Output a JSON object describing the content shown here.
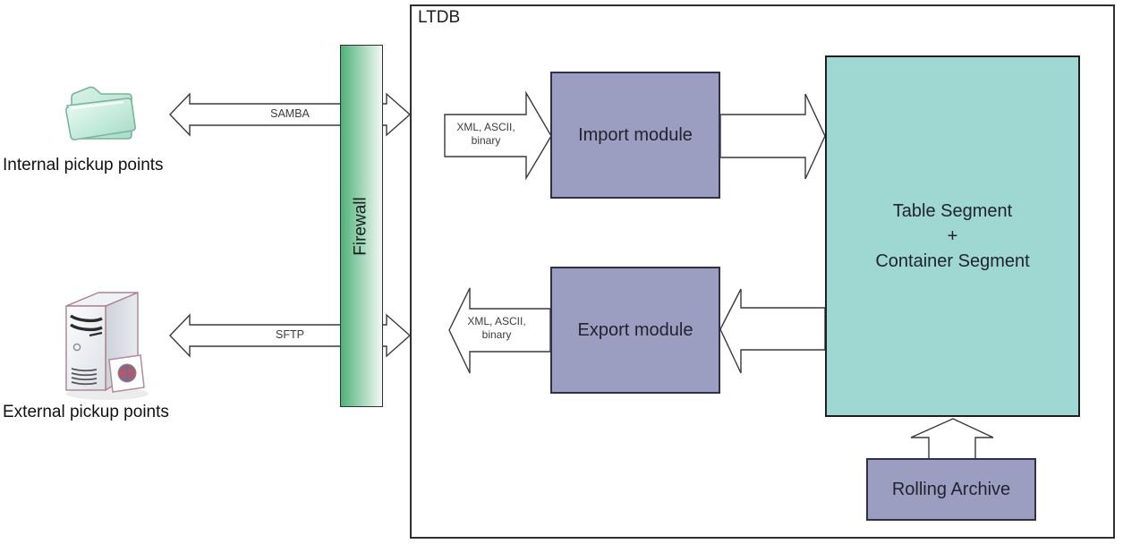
{
  "colors": {
    "module-fill": "#9b9ec0",
    "module-border": "#30304a",
    "segment-fill": "#9fd7d3",
    "segment-border": "#1f1f1f",
    "firewall-start": "#4fb27a",
    "firewall-end": "#f2f9f4",
    "box-border": "#2f2f2f",
    "arrow-stroke": "#3a3a3a",
    "text-dark": "#20242e"
  },
  "ltdb": {
    "label": "LTDB"
  },
  "firewall": {
    "label": "Firewall"
  },
  "sources": {
    "internal": {
      "label": "Internal pickup points",
      "icon": "folder-icon"
    },
    "external": {
      "label": "External pickup points",
      "icon": "server-icon"
    }
  },
  "modules": {
    "import": {
      "label": "Import module"
    },
    "export": {
      "label": "Export module"
    },
    "rolling_archive": {
      "label": "Rolling Archive"
    },
    "table_segment": {
      "lines": [
        "Table Segment",
        "+",
        "Container Segment"
      ]
    }
  },
  "arrows": {
    "samba": {
      "label": "SAMBA"
    },
    "sftp": {
      "label": "SFTP"
    },
    "import_formats": {
      "lines": [
        "XML, ASCII,",
        "binary"
      ]
    },
    "export_formats": {
      "lines": [
        "XML, ASCII,",
        "binary"
      ]
    }
  }
}
